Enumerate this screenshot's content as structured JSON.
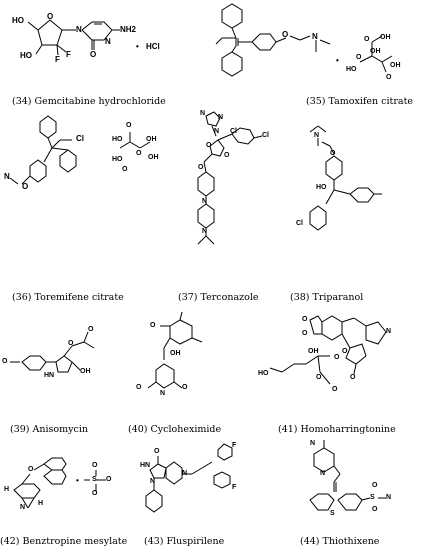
{
  "compounds": [
    {
      "id": 34,
      "caption": "(34) Gemcitabine hydrochloride",
      "salt": "HCl",
      "atoms": {
        "ho1": "HO",
        "ho2": "HO",
        "f1": "F",
        "f2": "F",
        "o_ring": "O",
        "n1": "N",
        "n2": "N",
        "o_c": "O",
        "nh2": "NH2"
      }
    },
    {
      "id": 35,
      "caption": "(35) Tamoxifen citrate",
      "atoms": {
        "o": "O",
        "n": "N",
        "ho": "HO",
        "oh1": "OH",
        "oh2": "OH",
        "o1": "O",
        "o2": "O",
        "o3": "O",
        "oh3": "OH"
      }
    },
    {
      "id": 36,
      "caption": "(36) Toremifene citrate",
      "atoms": {
        "cl": "Cl",
        "n": "N",
        "o": "O",
        "ho1": "HO",
        "ho2": "HO",
        "oh1": "OH",
        "oh2": "OH",
        "o1": "O",
        "o2": "O",
        "o3": "O"
      }
    },
    {
      "id": 37,
      "caption": "(37) Terconazole",
      "atoms": {
        "n1": "N",
        "n2": "N",
        "n3": "N",
        "cl1": "Cl",
        "cl2": "Cl",
        "o1": "O",
        "o2": "O",
        "o3": "O",
        "n4": "N",
        "n5": "N"
      }
    },
    {
      "id": 38,
      "caption": "(38) Triparanol",
      "atoms": {
        "n": "N",
        "o": "O",
        "ho": "HO",
        "cl": "Cl"
      }
    },
    {
      "id": 39,
      "caption": "(39) Anisomycin",
      "atoms": {
        "o1": "O",
        "o2": "O",
        "o3": "O",
        "hn": "HN",
        "oh": "OH"
      }
    },
    {
      "id": 40,
      "caption": "(40) Cycloheximide",
      "atoms": {
        "o1": "O",
        "oh": "OH",
        "o2": "O",
        "o3": "O",
        "nh": "N"
      }
    },
    {
      "id": 41,
      "caption": "(41) Homoharringtonine",
      "atoms": {
        "o1": "O",
        "o2": "O",
        "n": "N",
        "ho": "HO",
        "oh": "OH",
        "o3": "O",
        "o4": "O",
        "o5": "O",
        "o6": "O",
        "o7": "O"
      }
    },
    {
      "id": 42,
      "caption": "(42) Benztropine mesylate",
      "atoms": {
        "o": "O",
        "h1": "H",
        "h2": "H",
        "n": "N",
        "o1": "O",
        "o2": "O",
        "s": "S",
        "o3": "O"
      }
    },
    {
      "id": 43,
      "caption": "(43) Fluspirilene",
      "atoms": {
        "o": "O",
        "hn": "HN",
        "n1": "N",
        "n2": "N",
        "f1": "F",
        "f2": "F"
      }
    },
    {
      "id": 44,
      "caption": "(44) Thiothixene",
      "atoms": {
        "n1": "N",
        "n2": "N",
        "s1": "S",
        "s2": "S",
        "o1": "O",
        "o2": "O",
        "n3": "N"
      }
    }
  ]
}
